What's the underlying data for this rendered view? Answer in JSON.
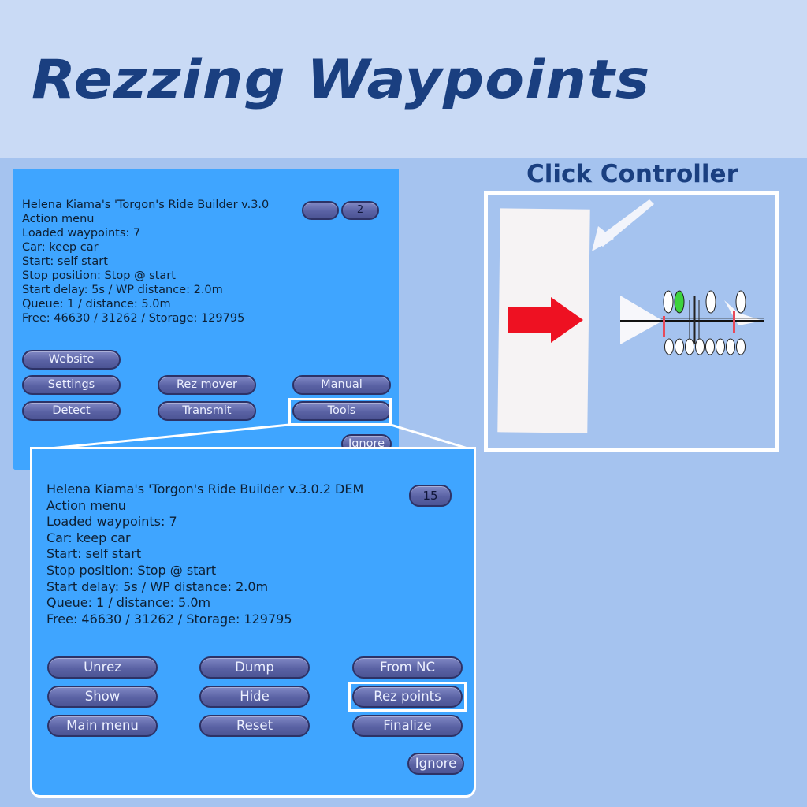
{
  "title": "Rezzing Waypoints",
  "controller_caption": "Click Controller",
  "back_dialog": {
    "info_lines": [
      "Helena Kiama's 'Torgon's Ride Builder v.3.0",
      "Action menu",
      "Loaded waypoints: 7",
      "Car: keep car",
      "Start: self start",
      "Stop position: Stop @ start",
      "Start delay: 5s / WP distance: 2.0m",
      "Queue: 1 / distance: 5.0m",
      "Free: 46630 / 31262 / Storage: 129795"
    ],
    "counter": "2",
    "buttons": {
      "website": "Website",
      "settings": "Settings",
      "rez_mover": "Rez mover",
      "manual": "Manual",
      "detect": "Detect",
      "transmit": "Transmit",
      "tools": "Tools",
      "ignore": "Ignore"
    }
  },
  "front_dialog": {
    "info_lines": [
      "Helena Kiama's 'Torgon's Ride Builder v.3.0.2 DEM",
      "Action menu",
      "Loaded waypoints: 7",
      "Car: keep car",
      "Start: self start",
      "Stop position: Stop @ start",
      "Start delay: 5s / WP distance: 2.0m",
      "Queue: 1 / distance: 5.0m",
      "Free: 46630 / 31262 / Storage: 129795"
    ],
    "counter": "15",
    "buttons": {
      "unrez": "Unrez",
      "dump": "Dump",
      "from_nc": "From NC",
      "show": "Show",
      "hide": "Hide",
      "rez_points": "Rez points",
      "main_menu": "Main menu",
      "reset": "Reset",
      "finalize": "Finalize",
      "ignore": "Ignore"
    }
  },
  "colors": {
    "background": "#a5c3ef",
    "header": "#c9daf5",
    "title_text": "#1a3f80",
    "dialog": "#3fa5ff",
    "button": "#5a62a4",
    "highlight": "#ffffff",
    "arrow": "#ee1122"
  },
  "icons": [
    "red-arrow-icon",
    "pointer-arrow-icon",
    "waypoint-track-icon"
  ]
}
